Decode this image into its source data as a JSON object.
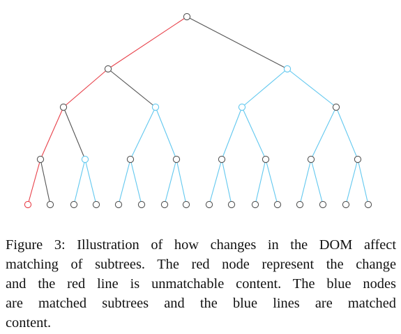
{
  "colors": {
    "change": "#e8414a",
    "matched": "#62c8ef",
    "neutral": "#555555",
    "node_fill": "#ffffff"
  },
  "tree": {
    "depth": 4,
    "changed_leaf_index": 0,
    "unmatched_path": "root-left-left-left-left",
    "matched_subtree_roots": [
      "1-1",
      "2-1",
      "3-1"
    ]
  },
  "caption": {
    "lines": [
      "Figure 3: Illustration of how changes in the DOM affect",
      "matching of subtrees.  The red node represent the change",
      "and the red line is unmatchable content.  The blue nodes",
      "are matched subtrees and the blue lines are matched",
      "content."
    ]
  }
}
